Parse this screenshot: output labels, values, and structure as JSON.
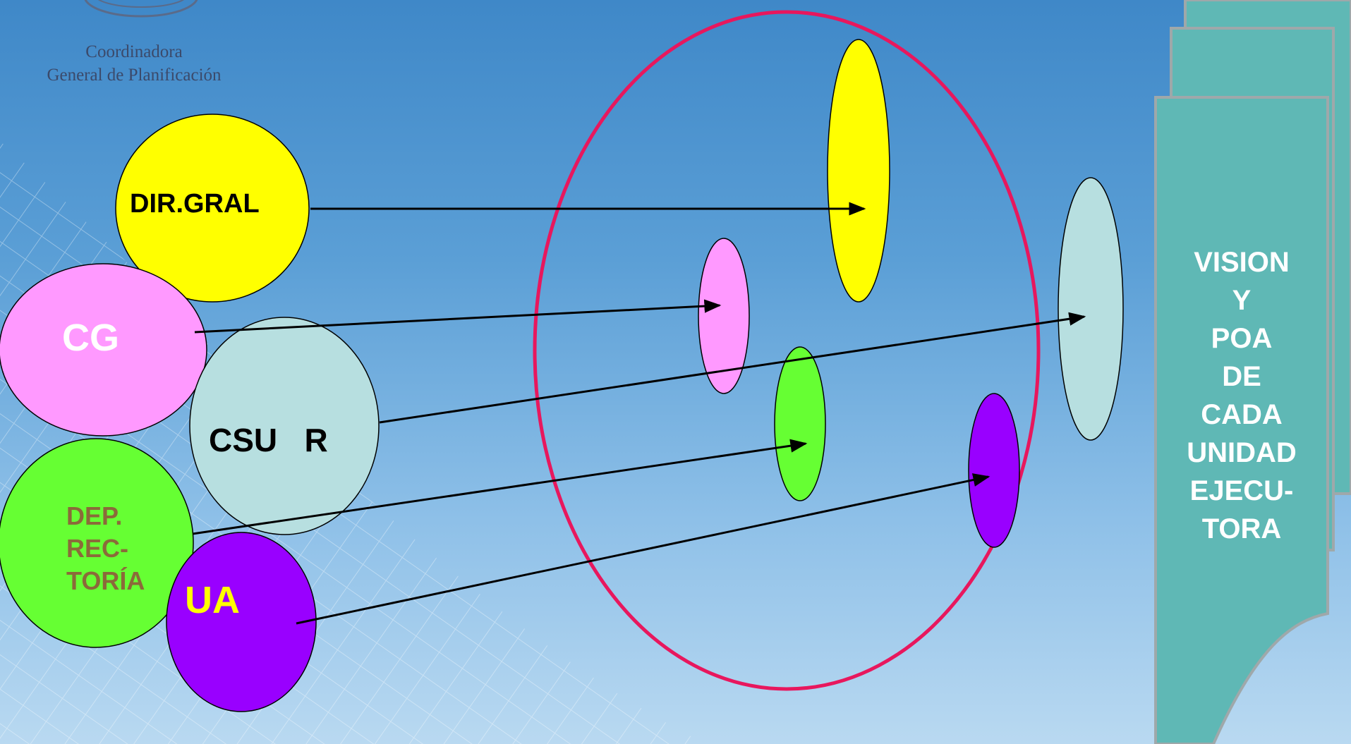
{
  "header": {
    "org_line1": "Coordinadora",
    "org_line2": "General de Planificación"
  },
  "nodes": {
    "dir_gral": {
      "label": "DIR.GRAL",
      "color": "#ffff00"
    },
    "cg": {
      "label": "CG",
      "color": "#ff99ff"
    },
    "csur": {
      "label": "CSU   R",
      "color": "#b7dfe0"
    },
    "dep_rectoria": {
      "lines": [
        "DEP.",
        "REC-",
        "TORÍA"
      ],
      "color": "#66ff33"
    },
    "ua": {
      "label": "UA",
      "color": "#9900ff"
    }
  },
  "big_circle_color": "#e8175d",
  "banner": {
    "lines": [
      "VISION",
      "Y",
      "POA",
      "DE",
      "CADA",
      "UNIDAD",
      "EJECU-",
      "TORA"
    ],
    "color": "#5fb8b5"
  }
}
